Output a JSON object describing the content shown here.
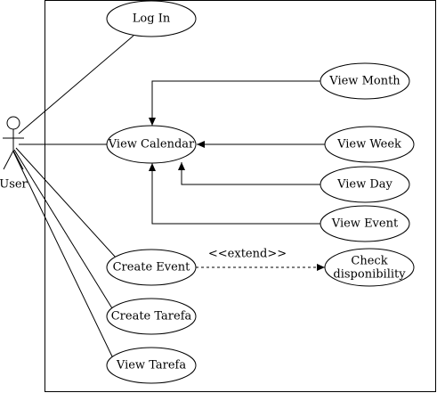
{
  "actor": {
    "label": "User"
  },
  "use_cases": {
    "log_in": "Log In",
    "view_calendar": "View Calendar",
    "view_month": "View Month",
    "view_week": "View Week",
    "view_day": "View Day",
    "view_event": "View Event",
    "create_event": "Create Event",
    "check_disponibility": [
      "Check",
      "disponibility"
    ],
    "create_tarefa": "Create Tarefa",
    "view_tarefa": "View Tarefa"
  },
  "relations": {
    "extend_label": "<<extend>>"
  }
}
